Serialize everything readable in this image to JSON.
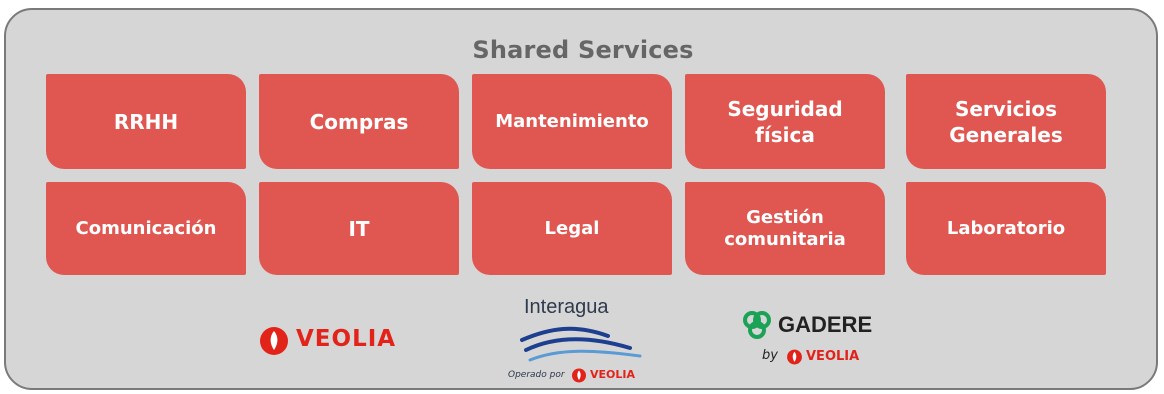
{
  "header": {
    "title": "Shared Services"
  },
  "tiles": [
    {
      "label": "RRHH"
    },
    {
      "label": "Compras"
    },
    {
      "label": "Mantenimiento"
    },
    {
      "label": "Seguridad\nfísica"
    },
    {
      "label": "Servicios\nGenerales"
    },
    {
      "label": "Comunicación"
    },
    {
      "label": "IT"
    },
    {
      "label": "Legal"
    },
    {
      "label": "Gestión\ncomunitaria"
    },
    {
      "label": "Laboratorio"
    }
  ],
  "logos": {
    "veolia": {
      "text": "VEOLIA"
    },
    "interagua": {
      "name": "Interagua",
      "operated_by": "Operado por",
      "brand": "VEOLIA"
    },
    "gadere": {
      "name": "GADERE",
      "by": "by",
      "brand": "VEOLIA"
    }
  },
  "colors": {
    "panel_bg": "#d6d6d6",
    "panel_border": "#7a7a7a",
    "tile_bg": "#e05752",
    "veolia_red": "#e2231a",
    "interagua_blue": "#1d3f8f",
    "gadere_green": "#1aa356"
  }
}
